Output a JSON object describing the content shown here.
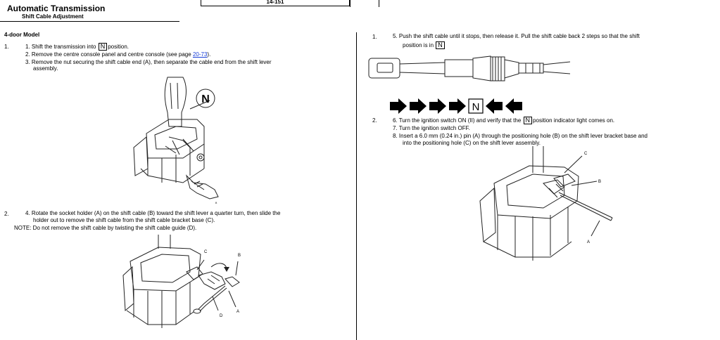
{
  "header": {
    "title": "Automatic Transmission",
    "subtitle": "Shift Cable Adjustment",
    "page_number": "14-151"
  },
  "section": {
    "title": "4-door Model"
  },
  "left": {
    "step1_num": "1.",
    "s1_pre": "1. Shift the transmission into",
    "s1_box": "N",
    "s1_post": "position.",
    "s2_pre": "2. Remove the centre console panel and centre console (see page",
    "s2_link": "20-73",
    "s2_post": ").",
    "s3_a": "3. Remove the nut securing the shift cable end (A), then separate the cable end from the shift lever",
    "s3_b": "assembly.",
    "step2_num": "2.",
    "s4_a": "4. Rotate the socket holder (A) on the shift cable (B) toward the shift lever a quarter turn, then slide the",
    "s4_b": "holder out to remove the shift cable from the shift cable bracket base (C).",
    "note": "NOTE: Do not remove the shift cable by twisting the shift cable guide (D).",
    "fig1_callout": "N",
    "fig1_label_a": "A",
    "fig2_labels": {
      "c": "C",
      "b": "B",
      "d": "D",
      "a": "A"
    }
  },
  "right": {
    "step1_num": "1.",
    "s5_a": "5. Push the shift cable until it stops, then release it. Pull the shift cable back 2 steps so that the shift",
    "s5_b_pre": "position is in",
    "s5_box": "N",
    "seq_box": "N",
    "step2_num": "2.",
    "s6_pre": "6. Turn the ignition switch ON (II) and verify that the",
    "s6_box": "N",
    "s6_post": "position indicator light comes on.",
    "s7": "7. Turn the ignition switch OFF.",
    "s8_a": "8. Insert a 6.0 mm (0.24 in.) pin (A) through the positioning hole (B) on the shift lever bracket base and",
    "s8_b": "into the positioning hole (C) on the shift lever assembly.",
    "fig3_labels": {
      "c": "C",
      "b": "B",
      "a": "A"
    }
  }
}
